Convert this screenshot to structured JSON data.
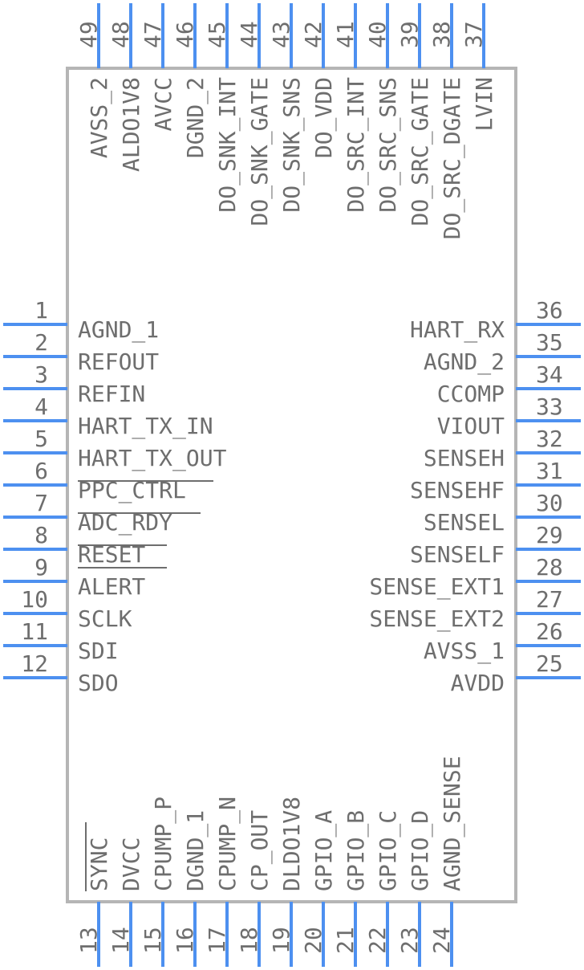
{
  "component": {
    "body_color": "#b5b5b5",
    "pin_color": "#4d90f0",
    "text_color": "#6e6e6e"
  },
  "pins": {
    "left": [
      {
        "num": "1",
        "name": "AGND_1"
      },
      {
        "num": "2",
        "name": "REFOUT"
      },
      {
        "num": "3",
        "name": "REFIN"
      },
      {
        "num": "4",
        "name": "HART_TX_IN"
      },
      {
        "num": "5",
        "name": "HART_TX_OUT"
      },
      {
        "num": "6",
        "name": "PPC_CTRL"
      },
      {
        "num": "7",
        "name": "ADC_RDY"
      },
      {
        "num": "8",
        "name": "RESET"
      },
      {
        "num": "9",
        "name": "ALERT"
      },
      {
        "num": "10",
        "name": "SCLK"
      },
      {
        "num": "11",
        "name": "SDI"
      },
      {
        "num": "12",
        "name": "SDO"
      }
    ],
    "right": [
      {
        "num": "36",
        "name": "HART_RX"
      },
      {
        "num": "35",
        "name": "AGND_2"
      },
      {
        "num": "34",
        "name": "CCOMP"
      },
      {
        "num": "33",
        "name": "VIOUT"
      },
      {
        "num": "32",
        "name": "SENSEH"
      },
      {
        "num": "31",
        "name": "SENSEHF"
      },
      {
        "num": "30",
        "name": "SENSEL"
      },
      {
        "num": "29",
        "name": "SENSELF"
      },
      {
        "num": "28",
        "name": "SENSE_EXT1"
      },
      {
        "num": "27",
        "name": "SENSE_EXT2"
      },
      {
        "num": "26",
        "name": "AVSS_1"
      },
      {
        "num": "25",
        "name": "AVDD"
      }
    ],
    "bottom": [
      {
        "num": "13",
        "name": "SYNC"
      },
      {
        "num": "14",
        "name": "DVCC"
      },
      {
        "num": "15",
        "name": "CPUMP_P"
      },
      {
        "num": "16",
        "name": "DGND_1"
      },
      {
        "num": "17",
        "name": "CPUMP_N"
      },
      {
        "num": "18",
        "name": "CP_OUT"
      },
      {
        "num": "19",
        "name": "DLDO1V8"
      },
      {
        "num": "20",
        "name": "GPIO_A"
      },
      {
        "num": "21",
        "name": "GPIO_B"
      },
      {
        "num": "22",
        "name": "GPIO_C"
      },
      {
        "num": "23",
        "name": "GPIO_D"
      },
      {
        "num": "24",
        "name": "AGND_SENSE"
      }
    ],
    "top": [
      {
        "num": "49",
        "name": "AVSS_2"
      },
      {
        "num": "48",
        "name": "ALDO1V8"
      },
      {
        "num": "47",
        "name": "AVCC"
      },
      {
        "num": "46",
        "name": "DGND_2"
      },
      {
        "num": "45",
        "name": "DO_SNK_INT"
      },
      {
        "num": "44",
        "name": "DO_SNK_GATE"
      },
      {
        "num": "43",
        "name": "DO_SNK_SNS"
      },
      {
        "num": "42",
        "name": "DO_VDD"
      },
      {
        "num": "41",
        "name": "DO_SRC_INT"
      },
      {
        "num": "40",
        "name": "DO_SRC_SNS"
      },
      {
        "num": "39",
        "name": "DO_SRC_GATE"
      },
      {
        "num": "38",
        "name": "DO_SRC_DGATE"
      },
      {
        "num": "37",
        "name": "LVIN"
      }
    ]
  }
}
